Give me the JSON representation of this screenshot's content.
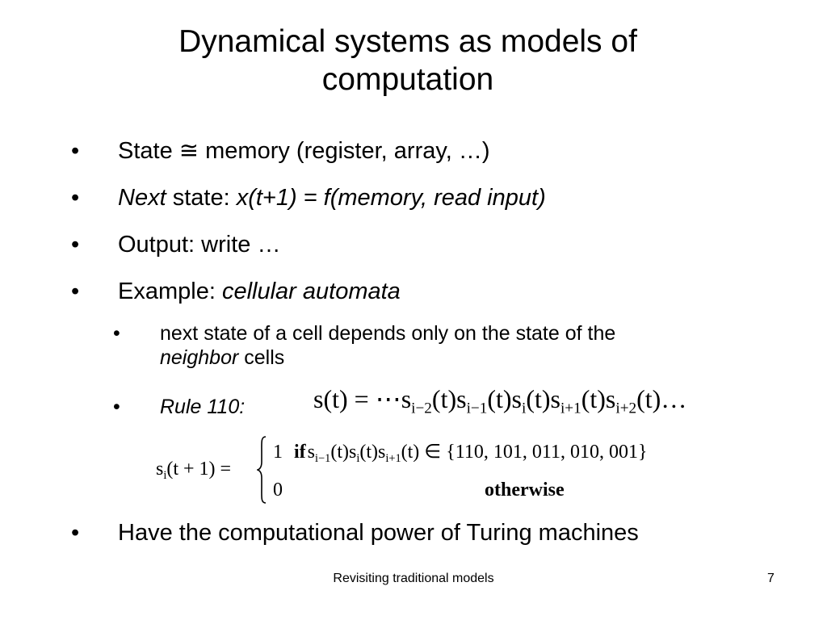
{
  "slide": {
    "title_line1": "Dynamical systems as models of",
    "title_line2": "computation",
    "bullet_char": "•",
    "bullets": [
      {
        "text": "State ≅ memory (register, array, …)"
      },
      {
        "italic": "Next",
        "plain": " state: ",
        "formula": "x(t+1) = f(memory, read input)"
      },
      {
        "text": "Output: write …"
      },
      {
        "plain": "Example: ",
        "italic": "cellular automata"
      }
    ],
    "sub_bullets": [
      {
        "line1": "next state of a cell depends only on the state of the",
        "italic": "neighbor",
        "line2_rest": " cells"
      },
      {
        "italic": "Rule 110:"
      }
    ],
    "last_bullet": "Have the computational power of Turing machines",
    "equation1": {
      "lhs": "s(t) = ⋯s",
      "terms": [
        {
          "sub": "i−2",
          "after": "(t)s"
        },
        {
          "sub": "i−1",
          "after": "(t)s"
        },
        {
          "sub": "i",
          "after": "(t)s"
        },
        {
          "sub": "i+1",
          "after": "(t)s"
        },
        {
          "sub": "i+2",
          "after": "(t)…"
        }
      ]
    },
    "equation2": {
      "lhs_s": "s",
      "lhs_sub": "i",
      "lhs_rest": "(t + 1) =",
      "case1_value": "1",
      "case1_keyword": "if",
      "case1_s1": "s",
      "case1_sub1": "i−1",
      "case1_mid1": "(t)s",
      "case1_sub2": "i",
      "case1_mid2": "(t)s",
      "case1_sub3": "i+1",
      "case1_rest": "(t) ∈ {110, 101, 011, 010, 001}",
      "case2_value": "0",
      "case2_keyword": "otherwise"
    },
    "footer": {
      "center": "Revisiting traditional models",
      "page": "7"
    }
  }
}
